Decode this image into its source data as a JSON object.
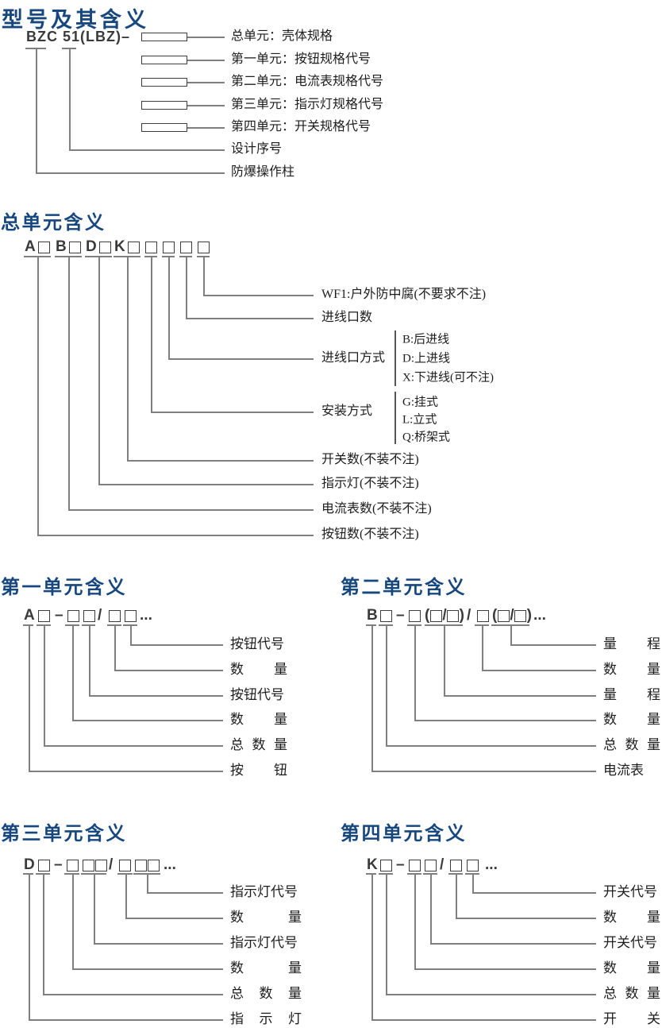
{
  "colors": {
    "heading": "#17477f",
    "text": "#1d1d1d",
    "code": "#3a3a3a",
    "line": "#7f7f7f",
    "box_border": "#3c3c3c",
    "background": "#ffffff"
  },
  "sections": {
    "model": {
      "title": "型号及其含义",
      "code": "BZC 51(LBZ)–",
      "unit_labels": [
        "总单元：壳体规格",
        "第一单元：按钮规格代号",
        "第二单元：电流表规格代号",
        "第三单元：指示灯规格代号",
        "第四单元：开关规格代号"
      ],
      "serial_label": "设计序号",
      "product_label": "防爆操作柱"
    },
    "main_unit": {
      "title": "总单元含义",
      "tokens": [
        "A",
        "□",
        "B",
        "□",
        "D",
        "□",
        "K",
        "□",
        "□",
        "□",
        "□",
        "□"
      ],
      "labels": [
        "WF1:户外防中腐(不要求不注)",
        "进线口数",
        "进线口方式",
        "安装方式",
        "开关数(不装不注)",
        "指示灯(不装不注)",
        "电流表数(不装不注)",
        "按钮数(不装不注)"
      ],
      "inlet_options": [
        "B:后进线",
        "D:上进线",
        "X:下进线(可不注)"
      ],
      "mount_options": [
        "G:挂式",
        "L:立式",
        "Q:桥架式"
      ]
    },
    "unit1": {
      "title": "第一单元含义",
      "tokens": [
        "A",
        "□",
        "–",
        "□",
        "□",
        "/",
        "□",
        "□",
        "..."
      ],
      "labels": [
        "按钮代号",
        "数量",
        "按钮代号",
        "数量",
        "总数量",
        "按钮"
      ]
    },
    "unit2": {
      "title": "第二单元含义",
      "tokens": [
        "B",
        "□",
        "–",
        "□",
        "(□/□)",
        "/",
        "□",
        "(□/□)",
        "..."
      ],
      "labels": [
        "量程",
        "数量",
        "量程",
        "数量",
        "总数量",
        "电流表"
      ]
    },
    "unit3": {
      "title": "第三单元含义",
      "tokens": [
        "D",
        "□",
        "–",
        "□",
        "□□",
        "/",
        "□",
        "□□",
        "..."
      ],
      "labels": [
        "指示灯代号",
        "数量",
        "指示灯代号",
        "数量",
        "总数量",
        "指示灯"
      ]
    },
    "unit4": {
      "title": "第四单元含义",
      "tokens": [
        "K",
        "□",
        "–",
        "□",
        "□",
        "/",
        "□",
        "□",
        "..."
      ],
      "labels": [
        "开关代号",
        "数量",
        "开关代号",
        "数量",
        "总数量",
        "开关"
      ]
    }
  }
}
